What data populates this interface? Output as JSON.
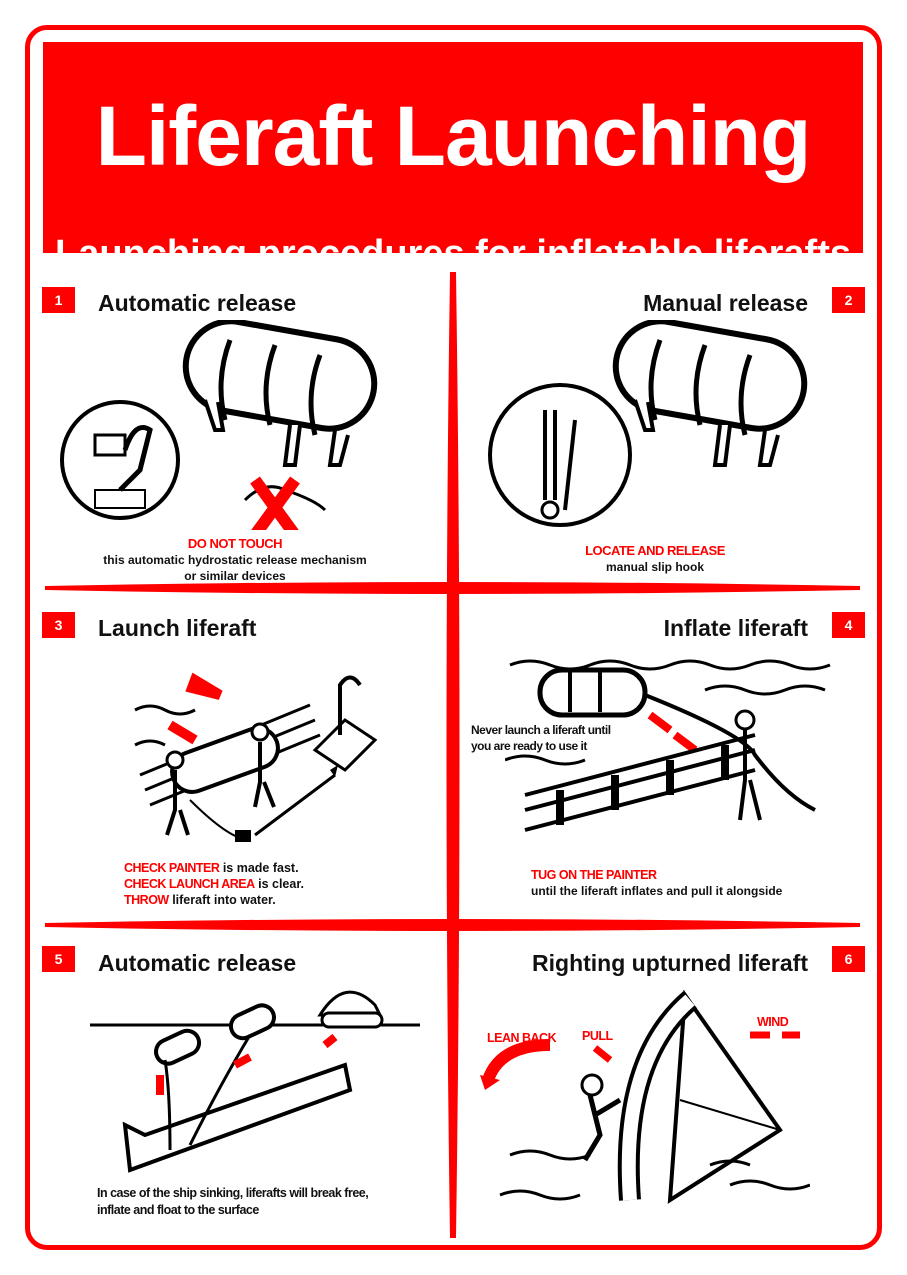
{
  "header": {
    "title": "Liferaft Launching",
    "subtitle": "Launching procedures for inflatable liferafts"
  },
  "sections": [
    {
      "number": "1",
      "title": "Automatic release",
      "warning": "DO NOT TOUCH",
      "text": [
        "this automatic hydrostatic release mechanism",
        "or similar devices"
      ]
    },
    {
      "number": "2",
      "title": "Manual release",
      "warning": "LOCATE  AND RELEASE",
      "text": [
        "manual slip hook"
      ]
    },
    {
      "number": "3",
      "title": "Launch liferaft",
      "steps": [
        {
          "highlight": "CHECK PAINTER",
          "text": " is made fast."
        },
        {
          "highlight": "CHECK LAUNCH AREA",
          "text": " is clear."
        },
        {
          "highlight": "THROW",
          "text": " liferaft into water."
        }
      ]
    },
    {
      "number": "4",
      "title": "Inflate liferaft",
      "note": [
        "Never launch a liferaft until",
        "you are ready to use it"
      ],
      "warning": "TUG ON THE PAINTER",
      "text": [
        "until the liferaft inflates and pull it alongside"
      ]
    },
    {
      "number": "5",
      "title": "Automatic release",
      "note": [
        "In case of the ship sinking, liferafts will break free,",
        "inflate and float to the surface"
      ]
    },
    {
      "number": "6",
      "title": "Righting upturned liferaft",
      "labels": {
        "lean_back": "LEAN BACK",
        "pull": "PULL",
        "wind": "WIND"
      }
    }
  ],
  "colors": {
    "accent": "#ff0000"
  }
}
